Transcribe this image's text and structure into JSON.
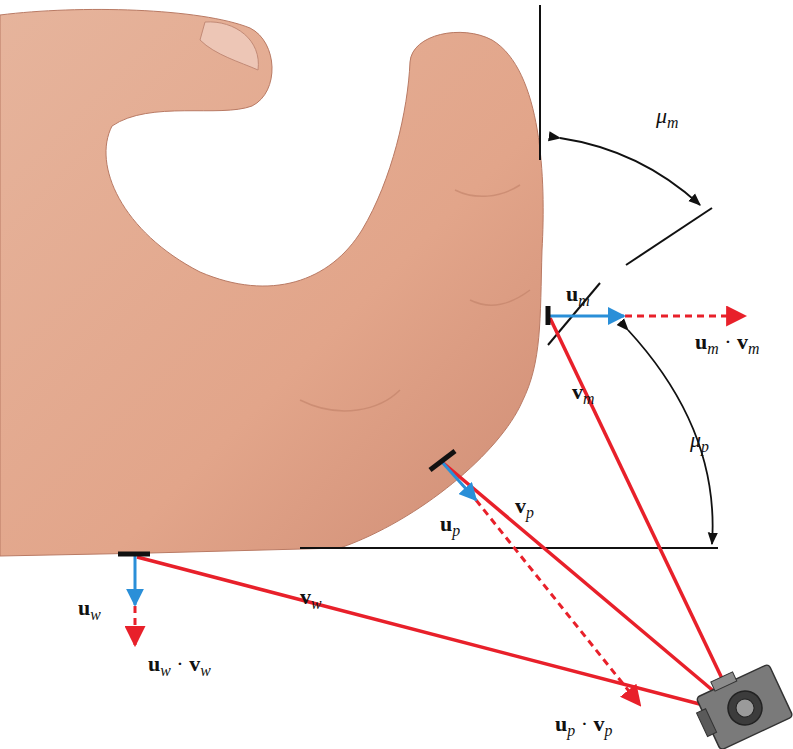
{
  "diagram": {
    "labels": [
      "μm",
      "um",
      "um · vm",
      "vm",
      "μp",
      "up",
      "vp",
      "uw",
      "vw",
      "uw · vw",
      "up · vp"
    ]
  }
}
